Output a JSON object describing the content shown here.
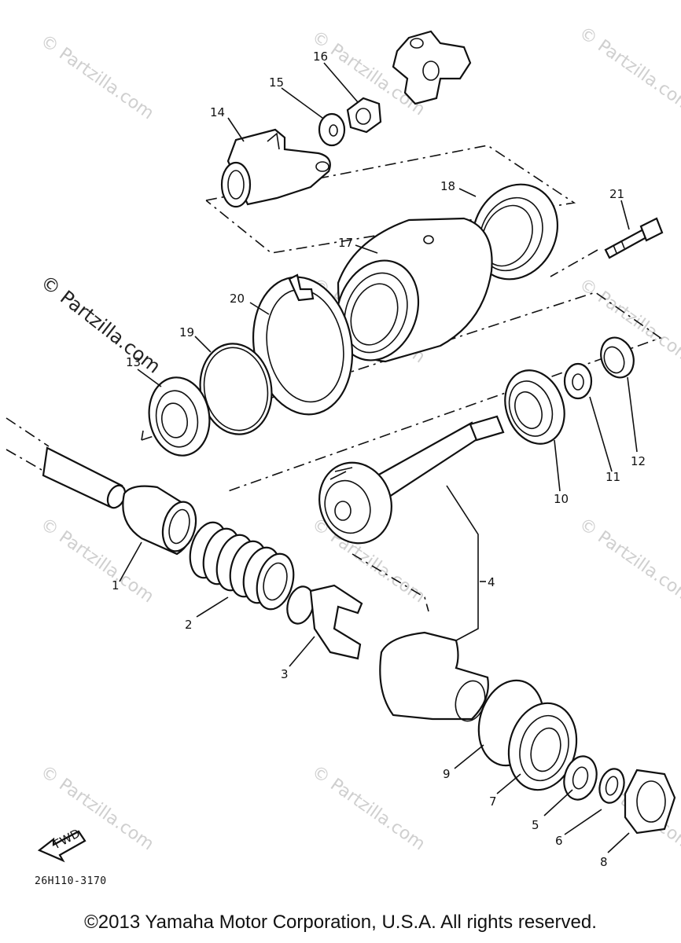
{
  "watermark_text": "© Partzilla.com",
  "diagram_code": "26H110-3170",
  "fwd_label": "FWD",
  "copyright": "©2013  Yamaha Motor Corporation, U.S.A. All rights reserved.",
  "callouts": [
    "1",
    "2",
    "3",
    "4",
    "5",
    "6",
    "7",
    "8",
    "9",
    "10",
    "11",
    "12",
    "13",
    "14",
    "15",
    "16",
    "17",
    "18",
    "19",
    "20",
    "21"
  ]
}
